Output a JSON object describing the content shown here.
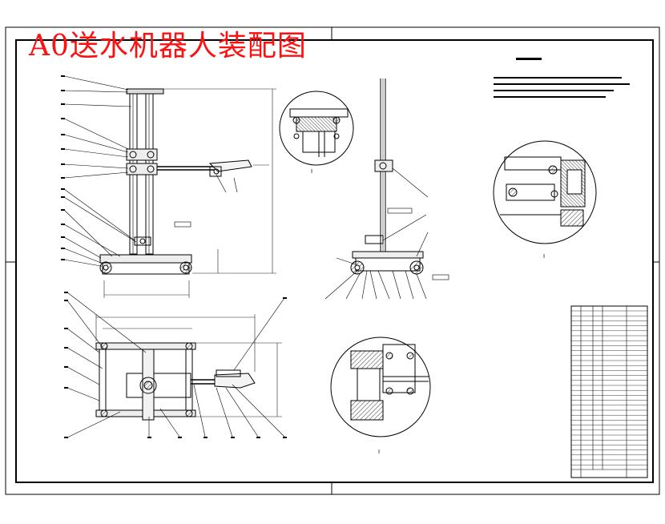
{
  "drawing": {
    "title_overlay": "A0送水机器人装配图",
    "view_marks": [
      "I",
      "I",
      "I"
    ],
    "colors": {
      "title_red": "#ff1010",
      "line": "#000000",
      "dim_line": "#222222",
      "hatch": "#555555",
      "paper": "#ffffff"
    }
  }
}
